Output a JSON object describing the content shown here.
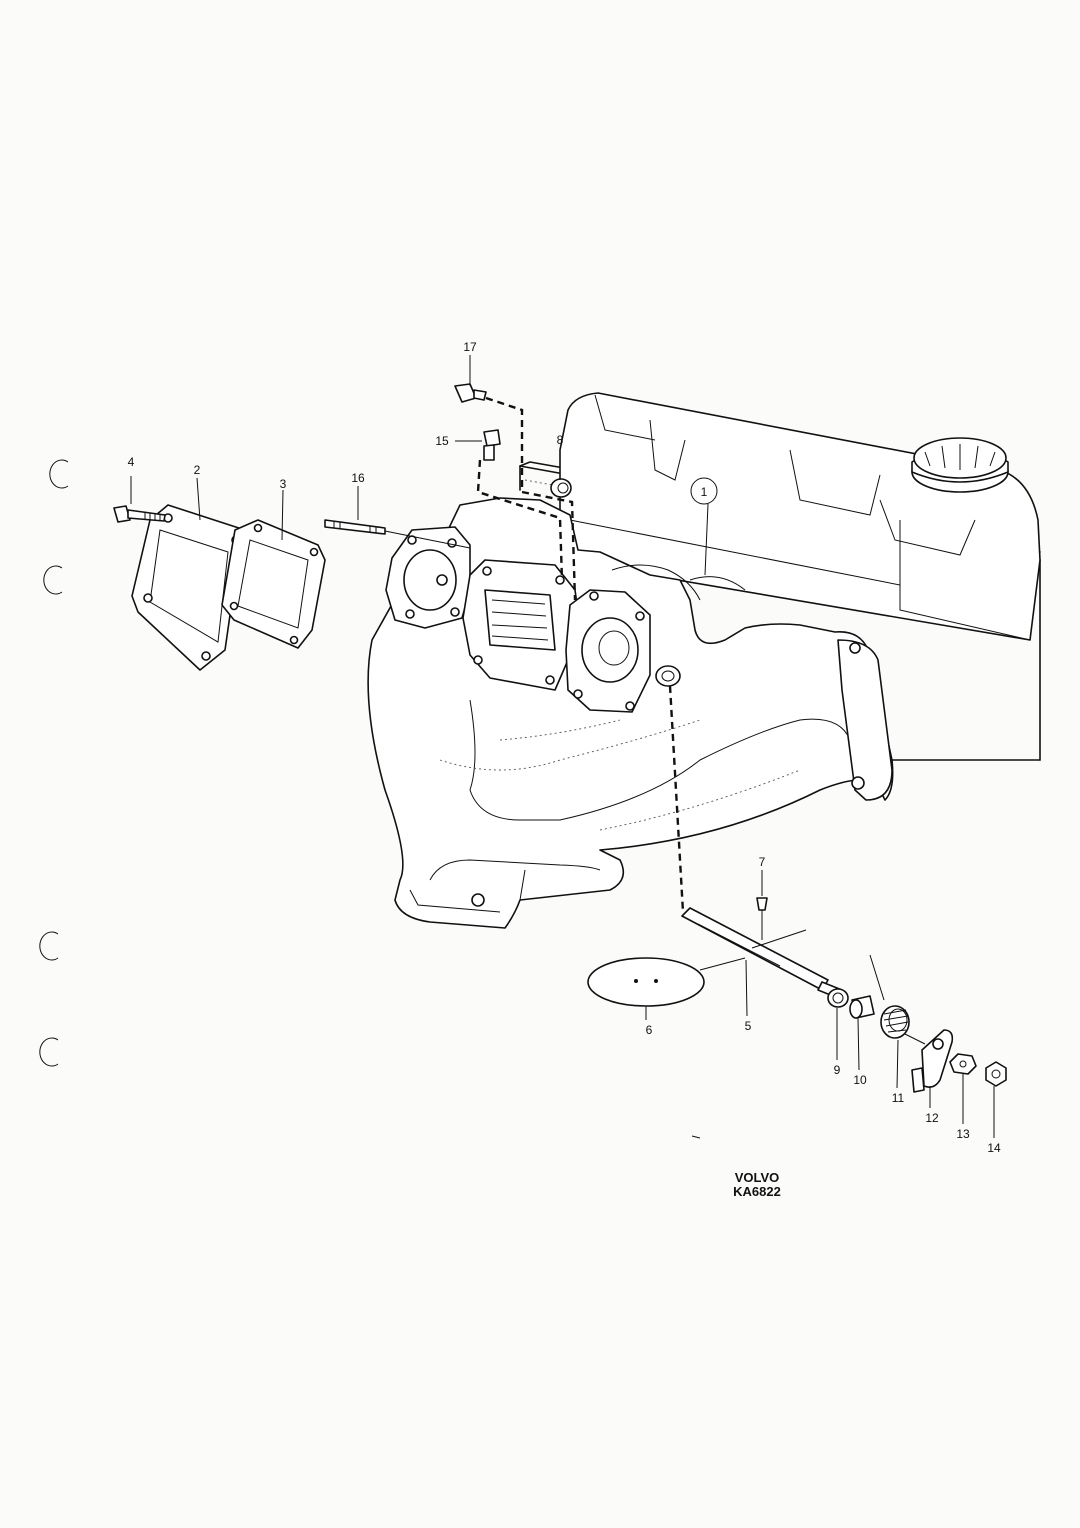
{
  "diagram": {
    "brand": "VOLVO",
    "drawing_code": "KA6822",
    "callouts": [
      {
        "id": "1",
        "label": "1",
        "circled": true
      },
      {
        "id": "2",
        "label": "2"
      },
      {
        "id": "3",
        "label": "3"
      },
      {
        "id": "4",
        "label": "4"
      },
      {
        "id": "5",
        "label": "5"
      },
      {
        "id": "6",
        "label": "6"
      },
      {
        "id": "7",
        "label": "7"
      },
      {
        "id": "8",
        "label": "8"
      },
      {
        "id": "9",
        "label": "9"
      },
      {
        "id": "10",
        "label": "10"
      },
      {
        "id": "11",
        "label": "11"
      },
      {
        "id": "12",
        "label": "12"
      },
      {
        "id": "13",
        "label": "13"
      },
      {
        "id": "14",
        "label": "14"
      },
      {
        "id": "15",
        "label": "15"
      },
      {
        "id": "16",
        "label": "16"
      },
      {
        "id": "17",
        "label": "17"
      }
    ],
    "parts": [
      "engine-block",
      "valve-cover",
      "oil-filler-cap",
      "exhaust-manifold",
      "cover-plate",
      "gasket",
      "bolt",
      "stud",
      "nipple",
      "plug",
      "shaft",
      "throttle-disc",
      "screw",
      "bushing",
      "sleeve",
      "spring",
      "lever",
      "lock-washer",
      "nut"
    ]
  }
}
